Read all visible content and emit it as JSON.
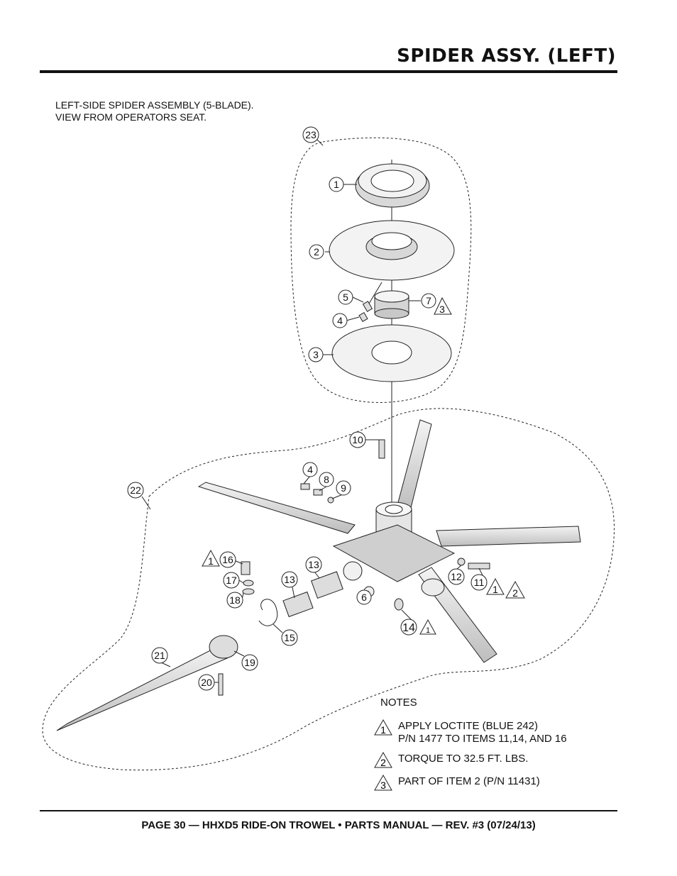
{
  "header": {
    "title": "SPIDER ASSY. (LEFT)"
  },
  "caption": {
    "line1": "LEFT-SIDE SPIDER ASSEMBLY (5-BLADE).",
    "line2": "VIEW FROM OPERATORS SEAT."
  },
  "callouts": {
    "c1": "1",
    "c2": "2",
    "c3": "3",
    "c4a": "4",
    "c4b": "4",
    "c5": "5",
    "c6": "6",
    "c7": "7",
    "c8": "8",
    "c9": "9",
    "c10": "10",
    "c11": "11",
    "c12": "12",
    "c13a": "13",
    "c13b": "13",
    "c14": "14",
    "c15": "15",
    "c16": "16",
    "c17": "17",
    "c18": "18",
    "c19": "19",
    "c20": "20",
    "c21": "21",
    "c22": "22",
    "c23": "23"
  },
  "note_flags": {
    "f7": "3",
    "f16": "1",
    "f11a": "1",
    "f11b": "2",
    "f14": "1"
  },
  "notes": {
    "title": "NOTES",
    "items": [
      {
        "flag": "1",
        "line1": "APPLY LOCTITE (BLUE 242)",
        "line2": "P/N 1477 TO ITEMS 11,14, AND 16"
      },
      {
        "flag": "2",
        "line1": "TORQUE TO 32.5 FT. LBS.",
        "line2": ""
      },
      {
        "flag": "3",
        "line1": "PART OF ITEM 2 (P/N 11431)",
        "line2": ""
      }
    ]
  },
  "footer": {
    "text": "PAGE 30 — HHXD5 RIDE-ON TROWEL • PARTS MANUAL — REV. #3 (07/24/13)"
  }
}
